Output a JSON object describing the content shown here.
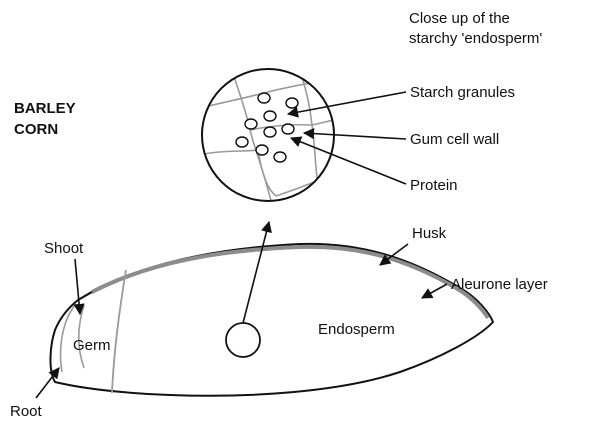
{
  "title": {
    "line1": "BARLEY",
    "line2": "CORN"
  },
  "closeup": {
    "line1": "Close up of the",
    "line2": "starchy 'endosperm'"
  },
  "labels": {
    "starch": "Starch granules",
    "gum": "Gum cell wall",
    "protein": "Protein",
    "husk": "Husk",
    "aleurone": "Aleurone layer",
    "endosperm": "Endosperm",
    "shoot": "Shoot",
    "germ": "Germ",
    "root": "Root"
  },
  "colors": {
    "line": "#111111",
    "wall": "#9a9a9a",
    "husk": "#8c8c8c"
  }
}
